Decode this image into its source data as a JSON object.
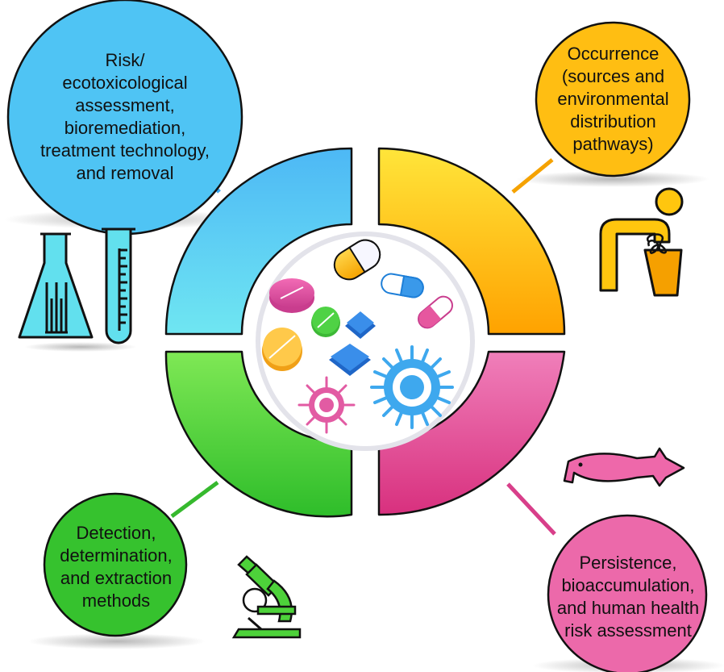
{
  "colors": {
    "risk": "#56C3F4",
    "occurrence": "#FFC20E",
    "detection": "#3FC62E",
    "persistence": "#E8559B",
    "outline": "#111111",
    "inner_ring": "#E3E3EA"
  },
  "segments": [
    {
      "id": "risk",
      "label": "Risk/\necotoxicological\nassessment,\nbioremediation,\ntreatment technology,\nand removal",
      "icon": "lab-glassware-icon"
    },
    {
      "id": "occurrence",
      "label": "Occurrence\n(sources and\nenvironmental\ndistribution\npathways)",
      "icon": "person-disposing-waste-icon"
    },
    {
      "id": "detection",
      "label": "Detection,\ndetermination,\nand extraction\nmethods",
      "icon": "microscope-icon"
    },
    {
      "id": "persistence",
      "label": "Persistence,\nbioaccumulation,\nand human health\nrisk assessment",
      "icon": "fish-icon"
    }
  ],
  "center_icons": [
    "pill-capsule-icon",
    "tablet-icon",
    "virus-icon"
  ]
}
